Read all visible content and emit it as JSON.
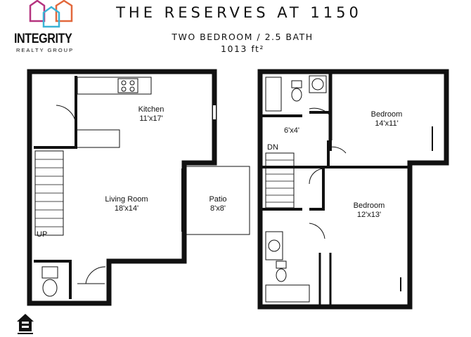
{
  "header": {
    "title": "THE RESERVES AT 1150",
    "subtitle": "TWO BEDROOM / 2.5 BATH",
    "area": "1013 ft²"
  },
  "logo": {
    "name": "INTEGRITY",
    "tagline": "REALTY GROUP",
    "colors": [
      "#b5347f",
      "#e2683c",
      "#3bb3d6"
    ]
  },
  "floor1": {
    "rooms": [
      {
        "name": "Kitchen",
        "size": "11'x17'"
      },
      {
        "name": "Living Room",
        "size": "18'x14'"
      },
      {
        "name": "Patio",
        "size": "8'x8'"
      }
    ],
    "stairs_label": "UP"
  },
  "floor2": {
    "rooms": [
      {
        "name": "Bedroom",
        "size": "14'x11'"
      },
      {
        "name": "",
        "size": "6'x4'"
      },
      {
        "name": "Bedroom",
        "size": "12'x13'"
      }
    ],
    "stairs_label": "DN"
  },
  "footer": {
    "icon": "equal-housing-icon"
  }
}
